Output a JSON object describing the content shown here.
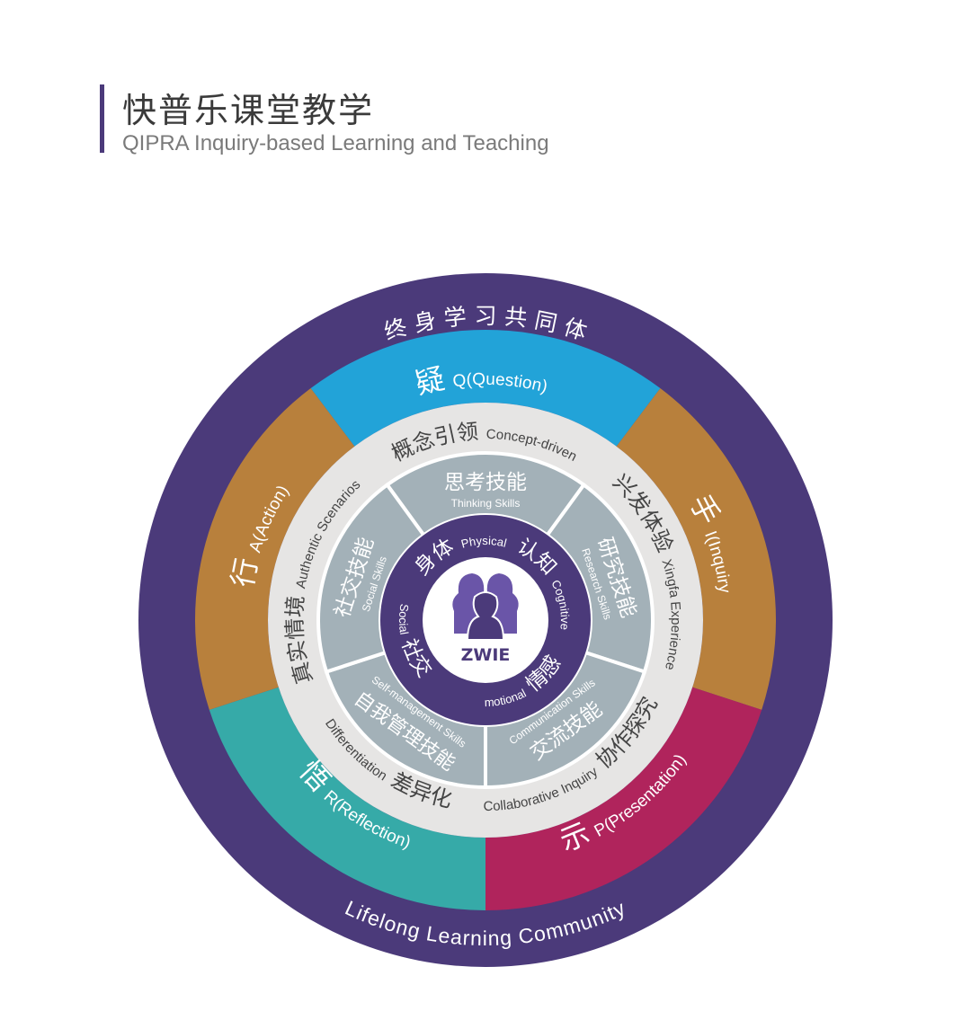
{
  "header": {
    "title": "快普乐课堂教学",
    "subtitle": "QIPRA Inquiry-based Learning and Teaching"
  },
  "outer_ring": {
    "top": "终 身 学 习 共 同 体",
    "bottom": "Lifelong Learning Community",
    "color": "#4b3a7a"
  },
  "stages": [
    {
      "char": "疑",
      "label": "Q(Question)",
      "color": "#22a3d8"
    },
    {
      "char": "手",
      "label": "I(Inquiry",
      "color": "#b8803c"
    },
    {
      "char": "示",
      "label": "P(Presentation)",
      "color": "#b0245c"
    },
    {
      "char": "悟",
      "label": "R(Reflection)",
      "color": "#36aaa8"
    },
    {
      "char": "行",
      "label": "A(Action)",
      "color": "#b8803c"
    }
  ],
  "approaches": [
    {
      "zh": "概念引领",
      "en": "Concept-driven"
    },
    {
      "zh": "兴发体验",
      "en": "Xingfa Experience"
    },
    {
      "zh": "协作探究",
      "en": "Collaborative Inquiry"
    },
    {
      "zh": "差异化",
      "en": "Differentiation"
    },
    {
      "zh": "真实情境",
      "en": "Authentic Scenarios"
    }
  ],
  "skills": [
    {
      "zh": "思考技能",
      "en": "Thinking Skills"
    },
    {
      "zh": "研究技能",
      "en": "Research Skills"
    },
    {
      "zh": "交流技能",
      "en": "Communication Skills"
    },
    {
      "zh": "自我管理技能",
      "en": "Self-management Skills"
    },
    {
      "zh": "社交技能",
      "en": "Social Skills"
    }
  ],
  "domains": [
    {
      "zh": "身体",
      "en": "Physical"
    },
    {
      "zh": "认知",
      "en": "Cognitive"
    },
    {
      "zh": "情感",
      "en": "Emotional"
    },
    {
      "zh": "社交",
      "en": "Social"
    }
  ],
  "logo": {
    "text": "ZWIE",
    "color": "#4b3a7a"
  }
}
